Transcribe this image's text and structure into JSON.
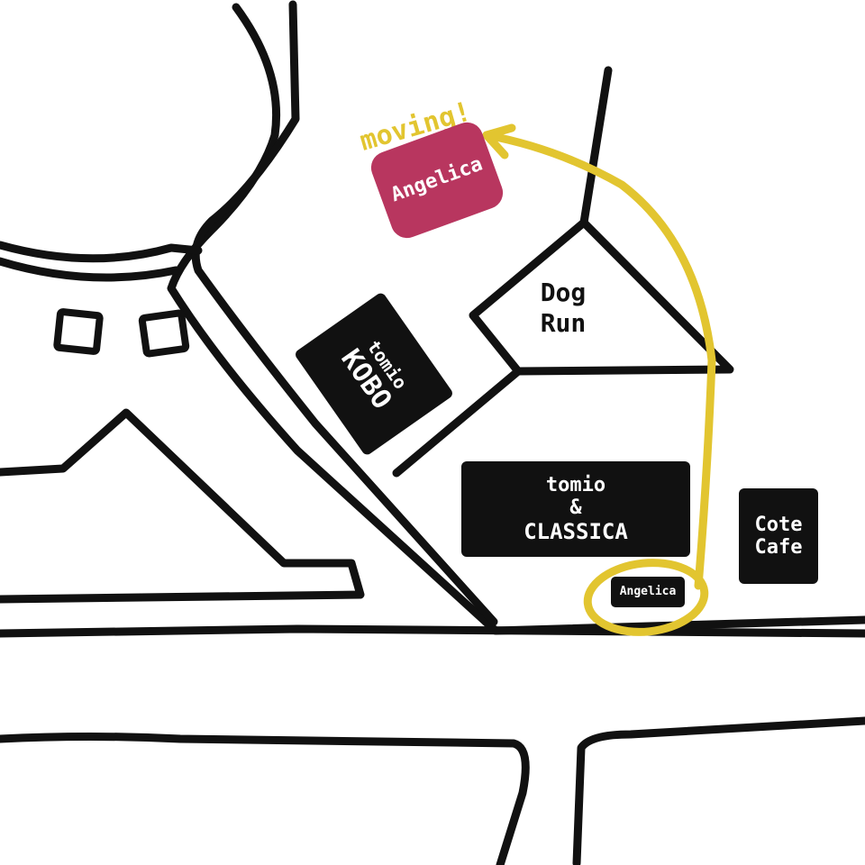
{
  "map": {
    "colors": {
      "background": "#ffffff",
      "road_line": "#111111",
      "block_fill": "#111111",
      "block_text": "#ffffff",
      "highlight": "#e2c530",
      "badge": "#b8365f"
    },
    "places": {
      "kobo": {
        "line1": "tomio",
        "line2": "KOBO"
      },
      "classica": {
        "line1": "tomio",
        "line2": "&",
        "line3": "CLASSICA"
      },
      "cote_cafe": {
        "line1": "Cote",
        "line2": "Cafe"
      },
      "dog_run": {
        "line1": "Dog",
        "line2": "Run"
      },
      "angelica_old": {
        "label": "Angelica"
      },
      "angelica_new": {
        "label": "Angelica"
      }
    },
    "annotation": {
      "text": "moving!"
    }
  }
}
